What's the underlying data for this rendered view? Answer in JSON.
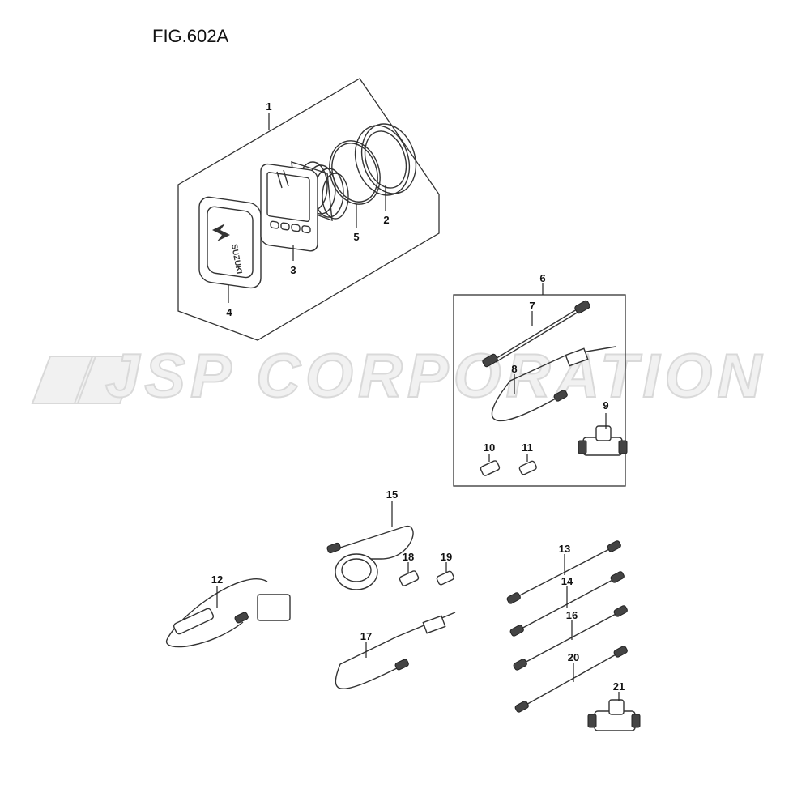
{
  "figure": {
    "title": "FIG.602A"
  },
  "watermark": {
    "text": "JSP CORPORATION"
  },
  "logo": {
    "brand": "SUZUKI"
  },
  "callouts": [
    "1",
    "2",
    "3",
    "4",
    "5",
    "6",
    "7",
    "8",
    "9",
    "10",
    "11",
    "12",
    "13",
    "14",
    "15",
    "16",
    "17",
    "18",
    "19",
    "20",
    "21"
  ]
}
